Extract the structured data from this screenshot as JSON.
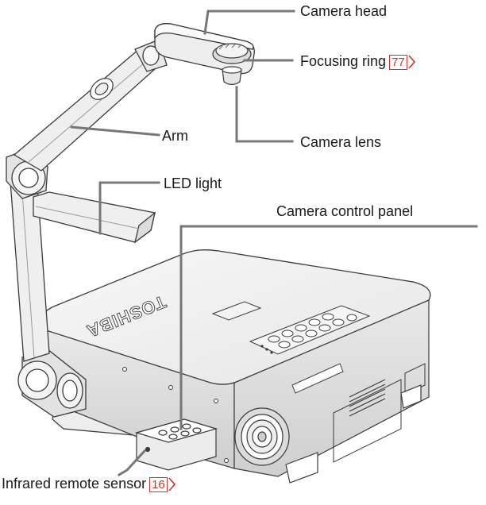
{
  "labels": {
    "camera_head": "Camera head",
    "focusing_ring": "Focusing ring",
    "focusing_ring_ref": "77",
    "arm": "Arm",
    "camera_lens": "Camera lens",
    "led_light": "LED light",
    "camera_control_panel": "Camera control panel",
    "infrared_remote_sensor": "Infrared remote sensor",
    "infrared_remote_sensor_ref": "16"
  },
  "brand_text": "TOSHIBA",
  "colors": {
    "ref_box": "#c0392b",
    "leader_line": "#777777",
    "outline": "#3a3a3a"
  }
}
